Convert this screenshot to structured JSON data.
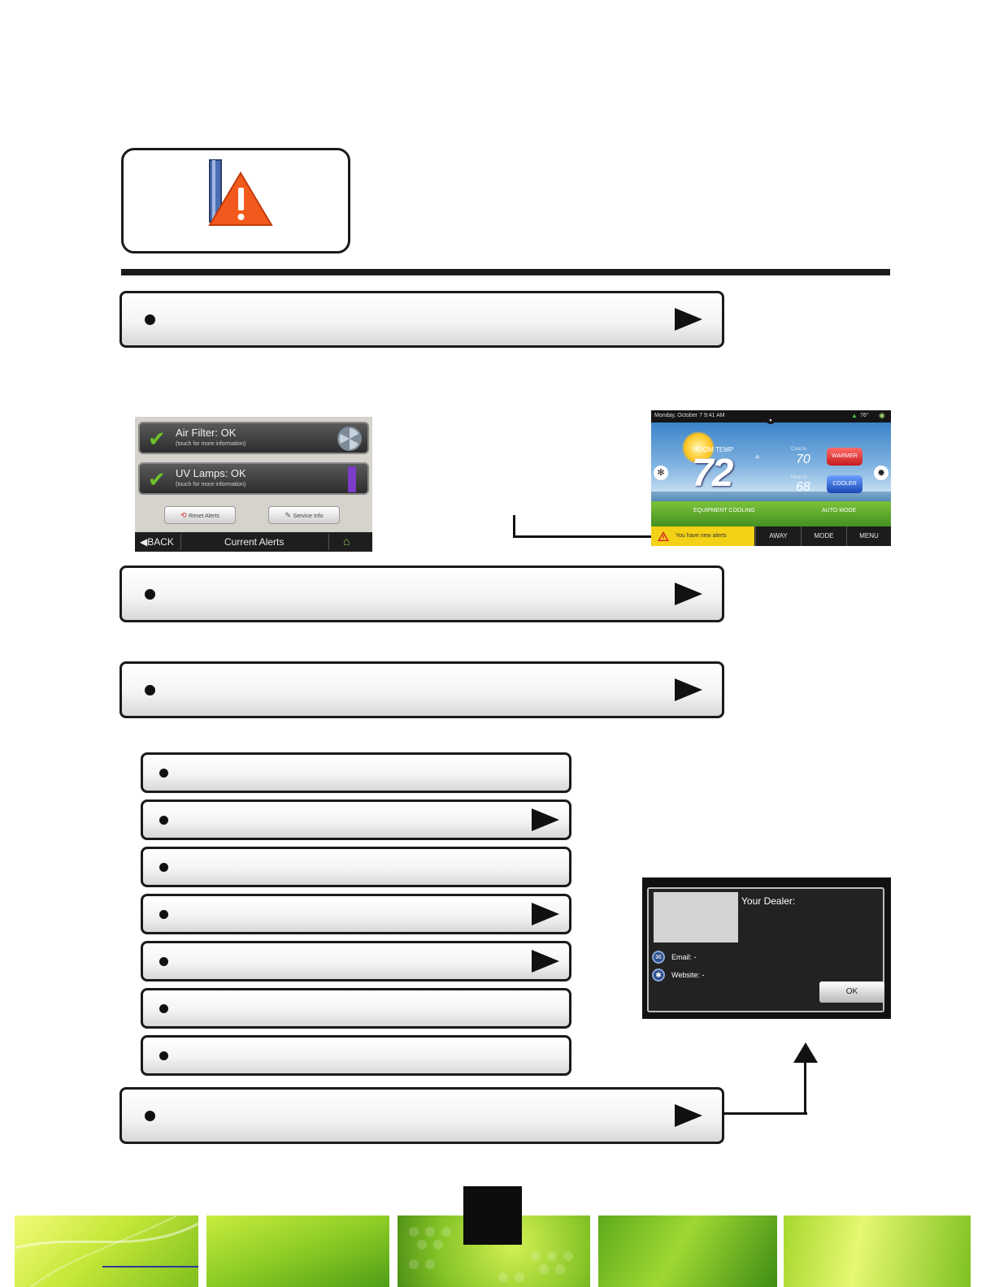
{
  "alerts_screen": {
    "rows": [
      {
        "title": "Air Filter: OK",
        "subtitle": "(touch for more information)"
      },
      {
        "title": "UV Lamps: OK",
        "subtitle": "(touch for more information)"
      }
    ],
    "buttons": [
      "Reset Alerts",
      "Service Info"
    ],
    "back_label": "◀BACK",
    "footer_title": "Current Alerts"
  },
  "home_screen": {
    "datetime": "Monday, October 7 9:41 AM",
    "outdoor_temp": "76°",
    "room_temp_label": "ROOM TEMP",
    "room_temp": "72",
    "degree": "°",
    "cool_to_label": "Cool to",
    "cool_to": "70",
    "heat_to_label": "Heat to",
    "heat_to": "68",
    "warmer_label": "WARMER",
    "cooler_label": "COOLER",
    "equipment_status": "EQUIPMENT COOLING",
    "mode_status": "AUTO MODE",
    "alert_text": "You have new alerts",
    "nav": [
      "AWAY",
      "MODE",
      "MENU"
    ]
  },
  "dealer_popup": {
    "title": "Your Dealer:",
    "email_label": "Email: -",
    "website_label": "Website: -",
    "ok_label": "OK"
  },
  "colors": {
    "bar_border": "#1a1a1a",
    "alert_orange": "#f25a1d",
    "alert_yellow": "#f3d117",
    "check_green": "#6ec32b",
    "warmer_red": "#d62828",
    "cooler_blue": "#2455c8"
  }
}
